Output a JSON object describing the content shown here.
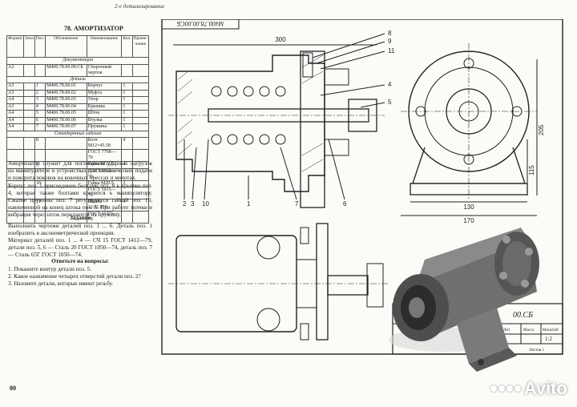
{
  "page_header": "2-е детализирование",
  "section_title": "78. АМОРТИЗАТОР",
  "spec_table": {
    "headers": [
      "Формат",
      "Зона",
      "Поз.",
      "Обозначение",
      "Наименование",
      "Кол.",
      "Приме-чание"
    ],
    "sections": {
      "docs": "Документация",
      "parts": "Детали",
      "standard": "Стандартные изделия"
    },
    "rows_docs": [
      {
        "format": "А2",
        "pos": "",
        "code": "М400.78.00.00.СБ",
        "name": "Сборочный чертеж",
        "qty": ""
      }
    ],
    "rows_parts": [
      {
        "format": "А3",
        "pos": "1",
        "code": "М400.78.00.01",
        "name": "Корпус",
        "qty": "1"
      },
      {
        "format": "А3",
        "pos": "2",
        "code": "М400.78.00.02",
        "name": "Муфта",
        "qty": "1"
      },
      {
        "format": "А4",
        "pos": "3",
        "code": "М400.78.00.03",
        "name": "Упор",
        "qty": "1"
      },
      {
        "format": "А3",
        "pos": "4",
        "code": "М400.78.00.04",
        "name": "Крышка",
        "qty": "1"
      },
      {
        "format": "А4",
        "pos": "5",
        "code": "М400.78.00.05",
        "name": "Шток",
        "qty": "1"
      },
      {
        "format": "А4",
        "pos": "6",
        "code": "М400.78.00.06",
        "name": "Втулка",
        "qty": "1"
      },
      {
        "format": "А4",
        "pos": "7",
        "code": "М400.78.00.07",
        "name": "Пружина",
        "qty": "1"
      }
    ],
    "rows_standard": [
      {
        "pos": "8",
        "code": "",
        "name": "Болт М12×45.58",
        "qty": "4"
      },
      {
        "pos": "",
        "code": "",
        "name": "ГОСТ 7798—70",
        "qty": ""
      },
      {
        "pos": "9",
        "code": "",
        "name": "Гайка М12.5",
        "qty": "4"
      },
      {
        "pos": "",
        "code": "",
        "name": "ГОСТ 5915—70",
        "qty": ""
      },
      {
        "pos": "10",
        "code": "",
        "name": "Гайка М20.5",
        "qty": "2"
      },
      {
        "pos": "",
        "code": "",
        "name": "ГОСТ 5915—70",
        "qty": ""
      },
      {
        "pos": "11",
        "code": "",
        "name": "Шайба 12.01.019",
        "qty": "4"
      },
      {
        "pos": "",
        "code": "",
        "name": "ГОСТ 11371—78",
        "qty": ""
      }
    ]
  },
  "description": "Амортизатор служит для поглощения ударных нагрузок на манипуляторе в устройствах для механической подачи и поворота поковок на ковочных прессах и молотах.",
  "description2": "Корпус поз. 1 присоединен болтами поз. 8 к крышке поз. 4, которая также болтами крепится к манипулятору. Сжатие пружины поз. 7 регулируется гайкой поз. 10, навинченной на конец штока поз. 5. При работе толчки и вибрация через шток передаются на пружину.",
  "task_title": "Задание",
  "task1": "Выполнить чертежи деталей поз. 1 ... 6. Деталь поз. 1 изобразить в аксонометрической проекции.",
  "task2": "Материал деталей поз. 1 ... 4 — СЧ 15 ГОСТ 1412—79, детали поз. 5, 6 — Сталь 20 ГОСТ 1050—74, деталь поз. 7 — Сталь 65Г ГОСТ 1050—74.",
  "questions_title": "Ответьте на вопросы:",
  "questions": [
    "1. Покажите контур детали поз. 5.",
    "2. Какое назначение четырех отверстий детали поз. 2?",
    "3. Назовите детали, которые имеют резьбу."
  ],
  "page_number": "80",
  "drawing": {
    "stamp_code": "М400.78.00.00СБ",
    "stamp_code_short": "00.СБ",
    "stamp_cells": [
      "Лит",
      "Масса",
      "Масштаб",
      "1:2",
      "Лист",
      "Листов 1"
    ],
    "dims": {
      "length": "300",
      "height1": "205",
      "height2": "115",
      "width1": "130",
      "width2": "170"
    },
    "callouts_top": [
      "8",
      "9",
      "11",
      "4",
      "5"
    ],
    "callouts_bottom": [
      "2",
      "3",
      "10",
      "1",
      "7",
      "6"
    ]
  },
  "watermark": "Avito"
}
